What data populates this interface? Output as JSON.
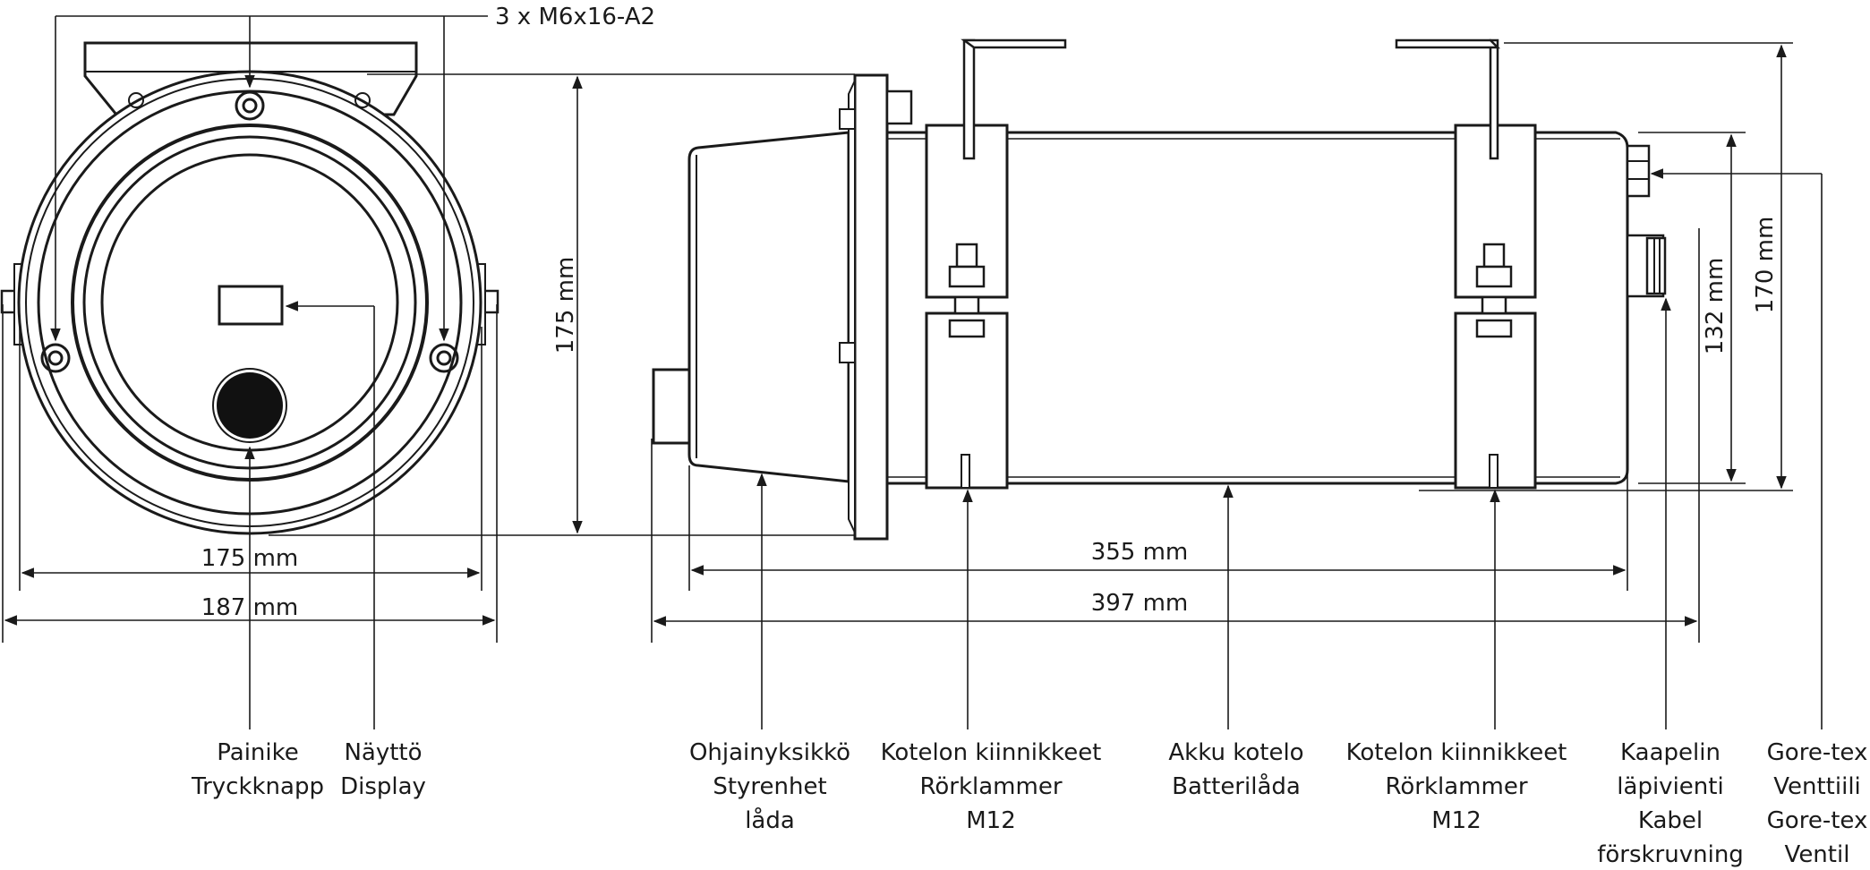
{
  "title": "",
  "callouts": {
    "screws": "3 x M6x16-A2",
    "button_fi": "Painike",
    "button_sv": "Tryckknapp",
    "display_fi": "Näyttö",
    "display_sv": "Display",
    "controller_fi": "Ohjainyksikkö",
    "controller_sv": "Styrenhet",
    "controller_sv2": "låda",
    "clamp1_fi": "Kotelon kiinnikkeet",
    "clamp1_sv": "Rörklammer",
    "clamp1_size": "M12",
    "battery_fi": "Akku kotelo",
    "battery_sv": "Batterilåda",
    "clamp2_fi": "Kotelon kiinnikkeet",
    "clamp2_sv": "Rörklammer",
    "clamp2_size": "M12",
    "cable_fi1": "Kaapelin",
    "cable_fi2": "läpivienti",
    "cable_sv1": "Kabel",
    "cable_sv2": "förskruvning",
    "vent_fi1": "Gore-tex",
    "vent_fi2": "Venttiili",
    "vent_sv1": "Gore-tex",
    "vent_sv2": "Ventil"
  },
  "dimensions": {
    "front_height": "175 mm",
    "front_inner_width": "175 mm",
    "front_outer_width": "187 mm",
    "body_length": "355 mm",
    "total_length": "397 mm",
    "tube_height": "132 mm",
    "total_height": "170 mm"
  }
}
